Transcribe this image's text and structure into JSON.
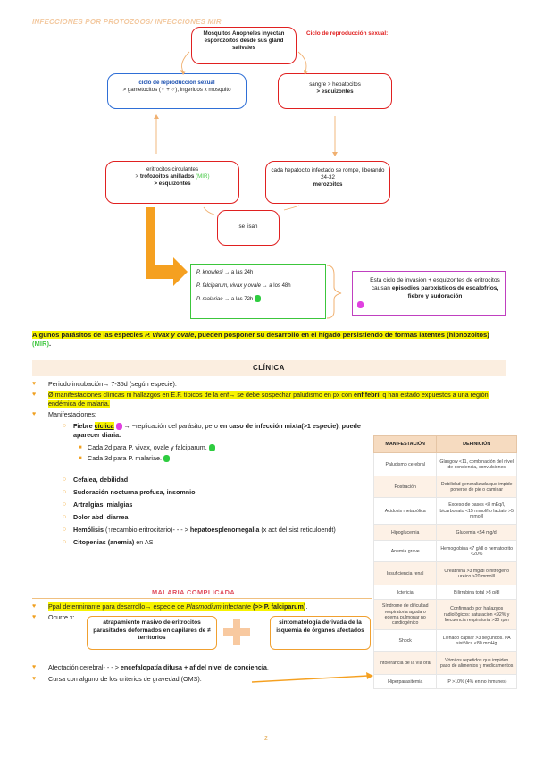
{
  "header": "INFECCIONES POR PROTOZOOS/ INFECCIONES MIR",
  "cycle": {
    "sexual_title": "Ciclo de reproducción sexual:",
    "top_box": "Mosquitos Anopheles inyectan esporozoitos desde sus glánd salivales",
    "blue_box_title": "ciclo de reproducción sexual",
    "blue_box_text": "> gametocitos (♀ + ♂), ingeridos x mosquito",
    "right_box_line1": "sangre > hepatocitos",
    "right_box_line2": "> esquizontes",
    "left_mid_line1": "eritrocitos circulantes",
    "left_mid_line2_pre": "> ",
    "left_mid_line2_bold": "trofozoitos anillados",
    "left_mid_line2_mir": " (MIR)",
    "left_mid_line3": "> esquizontes",
    "right_mid_text": "cada hepatocito infectado se rompe, liberando 24-32",
    "right_mid_bold": "merozoitos",
    "bottom_box": "se lisan",
    "green_box": [
      {
        "species": "P. knowlesi",
        "time": " → a las 24h"
      },
      {
        "species": "P. falciparum, vivax y ovale",
        "time": " → a los 48h"
      },
      {
        "species": "P. malariae",
        "time": " → a las 72h"
      }
    ],
    "purple_text_pre": "Esta ciclo de invasión + esquizontes de eritrocitos causan",
    "purple_text_bold": "episodios paroxísticos de escalofríos, fiebre y sudoración"
  },
  "intro": {
    "text_pre": "Algunos parásitos de las especies ",
    "species": "P. vivax y ovale",
    "text_post": ", pueden posponer su desarrollo en el hígado persistiendo de formas latentes",
    "latent": "(hipnozoitos)",
    "mir": " (MIR)",
    "end": "."
  },
  "clinica": {
    "title": "CLÍNICA",
    "incubation": "Periodo incubación→ 7-35d (según especie).",
    "warning_pre": "Ø manifestaciones clínicas  ni hallazgos en E.F. típicos de la enf→ se debe sospechar paludismo en px con ",
    "warning_bold": "enf febril",
    "warning_post": " q han estado expuestos a una región endémica de malaria.",
    "manifest_label": "Manifestaciones:",
    "fiebre_pre": "Fiebre ",
    "fiebre_word": "cíclica",
    "fiebre_mid": " → ~replicación del parásito, pero ",
    "fiebre_bold": "en caso de infección mixta(>1 especie), puede aparecer diaria.",
    "cada2": "Cada 2d para P. vivax, ovale y falciparum.",
    "cada3": "Cada 3d para P. malariae.",
    "items": [
      "Cefalea, debilidad",
      "Sudoración nocturna profusa, insomnio",
      "Artralgias, mialgias",
      "Dolor abd, diarrea"
    ],
    "hemolisis_bold": "Hemólisis",
    "hemolisis_mid": " (↑recambio eritrocitario)- - - > ",
    "hemolisis_bold2": "hepatoesplenomegalia",
    "hemolisis_post": " (x act del sist reticuloendt)",
    "citopenias_bold": "Citopenias (anemia)",
    "citopenias_post": " en AS"
  },
  "table": {
    "headers": [
      "MANIFESTACIÓN",
      "DEFINICIÓN"
    ],
    "rows": [
      [
        "Paludismo cerebral",
        "Glasgow <11, combinación del nivel de conciencia, convulsiones"
      ],
      [
        "Postración",
        "Debilidad generalizada que impide ponerse de pie o caminar"
      ],
      [
        "Acidosis metabólica",
        "Exceso de bases <8 mEq/l, bicarbonato <15 mmol/l o lactato >5 mmol/l"
      ],
      [
        "Hipoglucemia",
        "Glucemia <54 mg/dl"
      ],
      [
        "Anemia grave",
        "Hemoglobina <7 g/dl o hematocrito <20%"
      ],
      [
        "Insuficiencia renal",
        "Creatinina >3 mg/dl o nitrógeno ureico >20 mmol/l"
      ],
      [
        "Ictericia",
        "Bilirrubina total >3 g/dl"
      ],
      [
        "Síndrome de dificultad respiratoria aguda o edema pulmonar no cardiogénico",
        "Confirmado por hallazgos radiológicos: saturación <92% y frecuencia respiratoria >30 rpm"
      ],
      [
        "Shock",
        "Llenado capilar >3 segundos. PA sistólica <80 mmHg"
      ],
      [
        "Intolerancia de la vía oral",
        "Vómitos repetidos que impiden paso de alimentos y medicamentos"
      ],
      [
        "Hiperparasitemia",
        "IP >10% (4% en no inmunes)"
      ]
    ]
  },
  "complicada": {
    "title": "MALARIA COMPLICADA",
    "ppal_pre": "Ppal determinante para desarrollo→ especie de ",
    "ppal_species": "Plasmodium",
    "ppal_mid": " infectante ",
    "ppal_bold": "(>> P. falciparum)",
    "ppal_end": ".",
    "ocurre": "Ocurre x:",
    "box1": "atrapamiento masivo de eritrocitos parasitados deformados en capilares de ≠ territorios",
    "box2": "sintomatología derivada de la isquemia de órganos afectados",
    "cerebral_pre": "Afectación cerebral- - - > ",
    "cerebral_bold": "encefalopatía difusa + af del nivel de conciencia",
    "cerebral_end": ".",
    "criterios": "Cursa con alguno de los criterios de gravedad (OMS):"
  },
  "page_number": "2"
}
